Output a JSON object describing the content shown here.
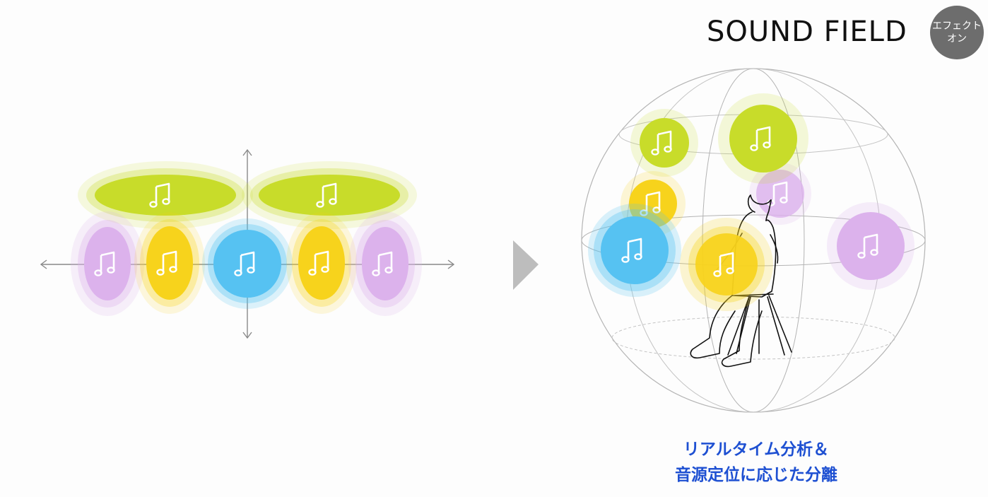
{
  "header": {
    "title": "SOUND FIELD",
    "badge_line1": "エフェクト",
    "badge_line2": "オン"
  },
  "caption": {
    "line1": "リアルタイム分析＆",
    "line2": "音源定位に応じた分離"
  },
  "colors": {
    "green": "#c8dc2a",
    "yellow": "#f7d31c",
    "blue": "#56c2f2",
    "purple": "#dcb2ec",
    "caption": "#1e50d2",
    "arrow": "#bdbdbd",
    "badge": "#6d6d6d"
  },
  "icons": [
    "music-note-icon",
    "next-arrow-icon"
  ]
}
